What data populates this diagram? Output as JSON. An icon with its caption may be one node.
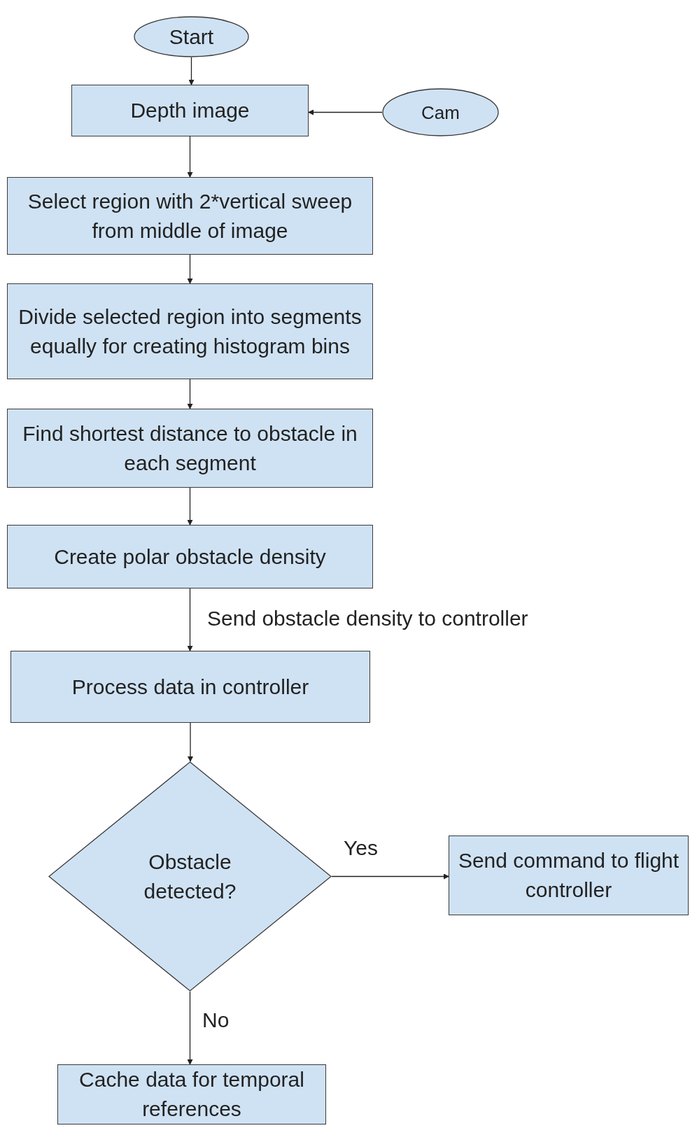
{
  "diagram": {
    "nodes": [
      {
        "text": [
          "Start"
        ]
      },
      {
        "text": [
          "Depth image"
        ]
      },
      {
        "text": [
          "Cam"
        ]
      },
      {
        "text": [
          "Select region with 2*vertical sweep from middle of image"
        ]
      },
      {
        "text": [
          "Divide selected region into segments equally for creating histogram bins"
        ]
      },
      {
        "text": [
          "Find shortest distance to obstacle in each segment"
        ]
      },
      {
        "text": [
          "Create polar obstacle density"
        ]
      },
      {
        "text": [
          "Process data in controller"
        ]
      },
      {
        "text": [
          "Obstacle detected?"
        ]
      },
      {
        "text": [
          "Send command to flight controller"
        ]
      },
      {
        "text": [
          "Cache data for temporal references"
        ]
      }
    ],
    "edges": [
      {
        "from": 0,
        "to": 1,
        "arrow": "to"
      },
      {
        "from": 2,
        "to": 1,
        "arrow": "to"
      },
      {
        "from": 1,
        "to": 3,
        "arrow": "to"
      },
      {
        "from": 3,
        "to": 4,
        "arrow": "to"
      },
      {
        "from": 4,
        "to": 5,
        "arrow": "to"
      },
      {
        "from": 5,
        "to": 6,
        "arrow": "to"
      },
      {
        "from": 6,
        "to": 7,
        "arrow": "to",
        "label": "Send obstacle density to controller"
      },
      {
        "from": 7,
        "to": 8,
        "arrow": "to"
      },
      {
        "from": 8,
        "to": 9,
        "arrow": "to",
        "label": "Yes"
      },
      {
        "from": 8,
        "to": 10,
        "arrow": "to",
        "label": "No"
      }
    ]
  }
}
